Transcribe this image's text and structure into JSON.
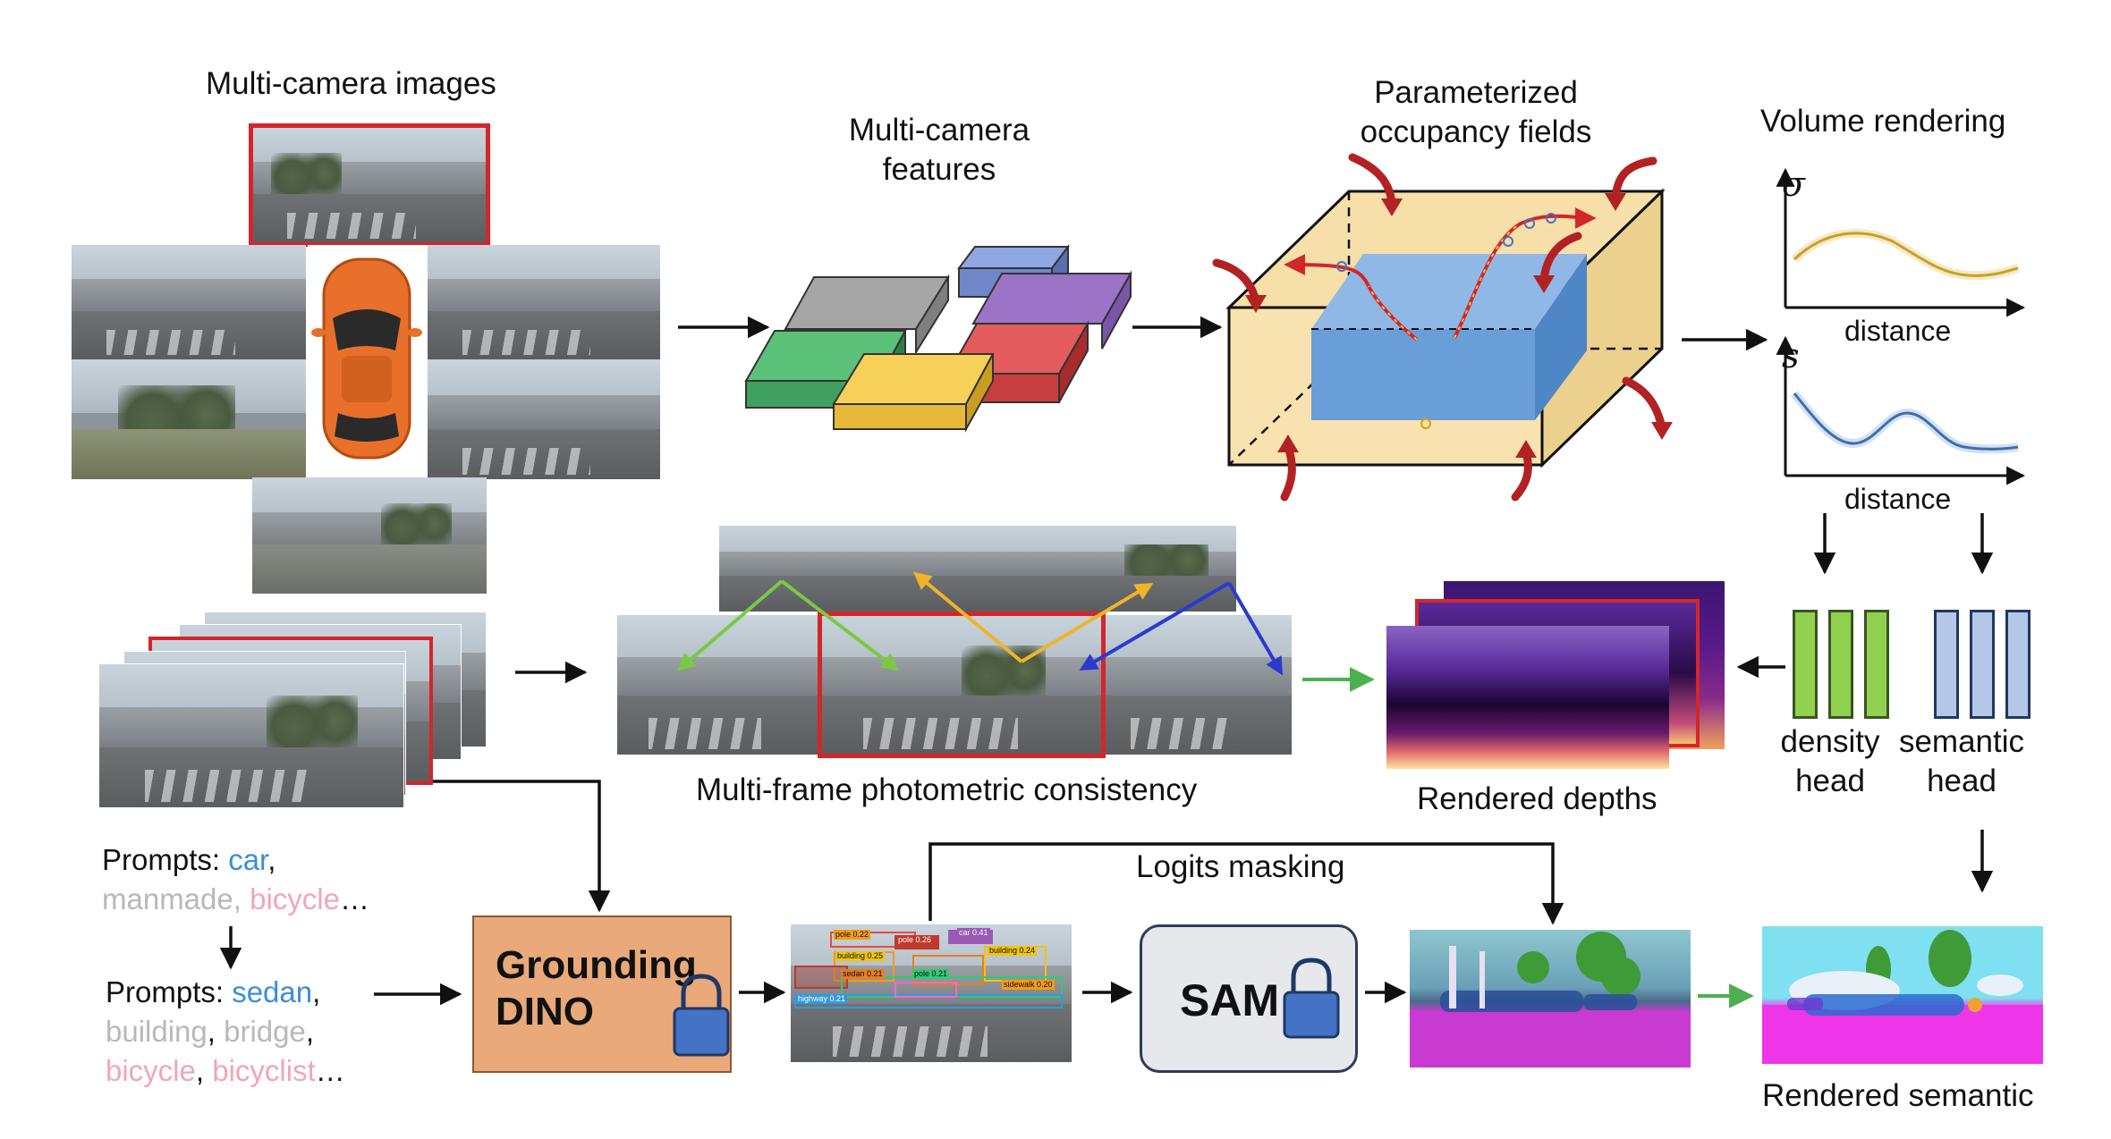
{
  "labels": {
    "multi_camera_images": "Multi-camera images",
    "multi_camera_features_1": "Multi-camera",
    "multi_camera_features_2": "features",
    "occupancy_1": "Parameterized",
    "occupancy_2": "occupancy fields",
    "volume_rendering": "Volume rendering",
    "sigma": "σ",
    "s": "s",
    "distance_1": "distance",
    "distance_2": "distance",
    "photometric": "Multi-frame photometric consistency",
    "rendered_depths": "Rendered depths",
    "density_head_1": "density",
    "density_head_2": "head",
    "semantic_head_1": "semantic",
    "semantic_head_2": "head",
    "logits_masking": "Logits masking",
    "grounding_1": "Grounding",
    "grounding_2": "DINO",
    "sam": "SAM",
    "rendered_semantic": "Rendered semantic"
  },
  "prompts1": {
    "prefix": "Prompts: ",
    "w1": "car",
    "sep1": ",",
    "w2": "manmade",
    "sep2": ", ",
    "w3": "bicycle",
    "ellipsis": "…"
  },
  "prompts2": {
    "prefix": "Prompts: ",
    "w1": "sedan",
    "sep1": ",",
    "w2": "building",
    "sep2": ", ",
    "w3": "bridge",
    "sep3": ",",
    "w4": "bicycle",
    "sep4": ", ",
    "w5": "bicyclist",
    "ellipsis": "…"
  },
  "detections": [
    "pole 0.22",
    "pole 0.26",
    "building 0.25",
    "building 0.24",
    "sedan 0.21",
    "pole 0.21",
    "sidewalk 0.20",
    "highway 0.21",
    "car 0.41"
  ],
  "colors": {
    "red_frame": "#d3262a",
    "grounding_box": "#e9a97a",
    "sam_box": "#e6e8ec",
    "density_head": "#92d050",
    "semantic_head": "#b4c7e7",
    "prompt_blue": "#3b8fd6",
    "prompt_grey": "#b8b8b8",
    "prompt_pink": "#f0a6b8",
    "green_arrow": "#4caf50",
    "lock": "#4472c4"
  }
}
